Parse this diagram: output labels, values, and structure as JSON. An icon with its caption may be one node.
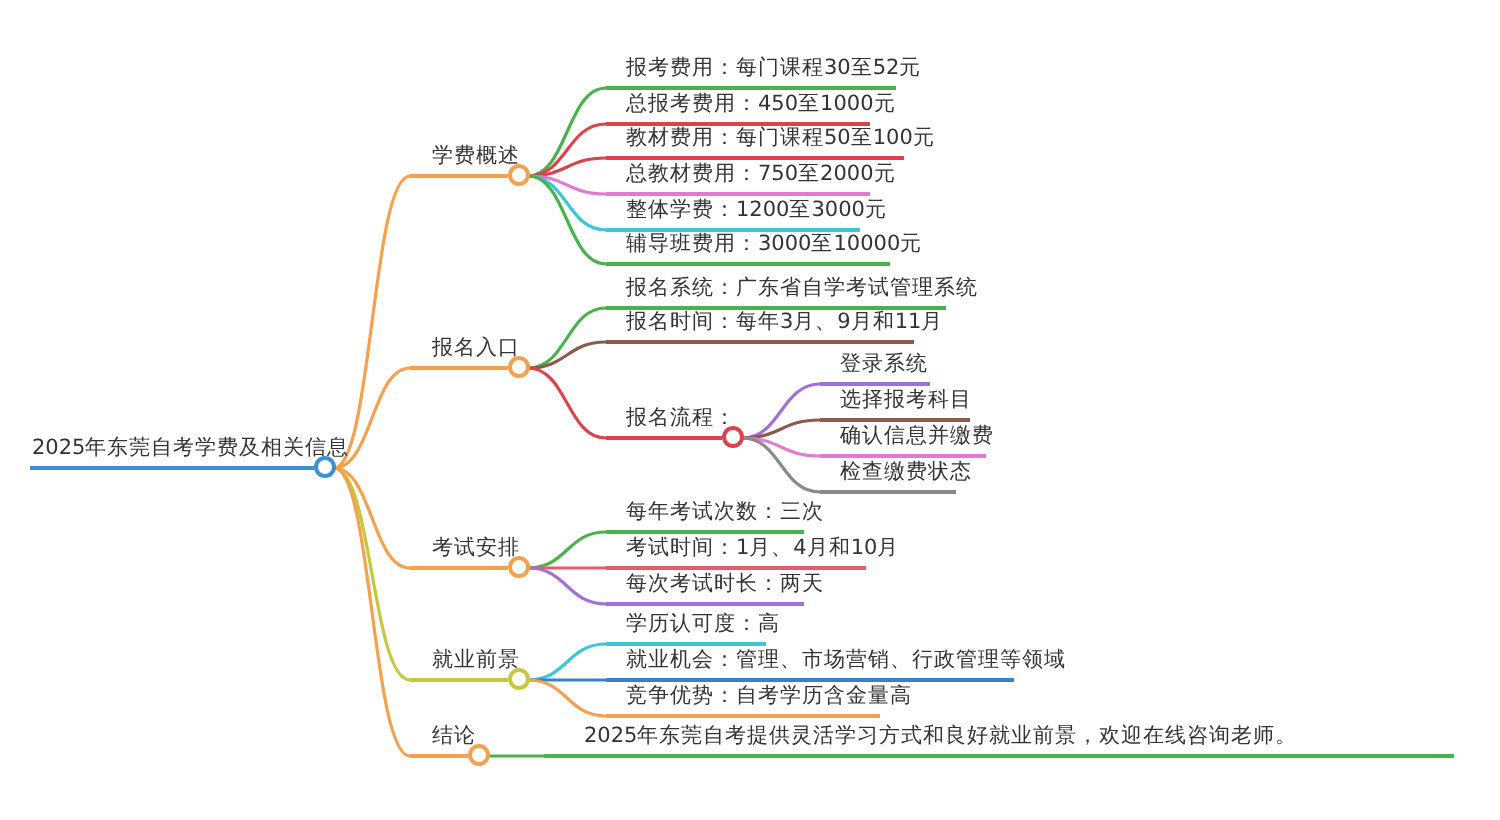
{
  "diagram": {
    "nodes": [
      {
        "text": [
          "2025年东莞自考学费及相关信息"
        ]
      },
      {
        "text": [
          "学费概述"
        ]
      },
      {
        "text": [
          "报考费用：每门课程30至52元"
        ]
      },
      {
        "text": [
          "总报考费用：450至1000元"
        ]
      },
      {
        "text": [
          "教材费用：每门课程50至100元"
        ]
      },
      {
        "text": [
          "总教材费用：750至2000元"
        ]
      },
      {
        "text": [
          "整体学费：1200至3000元"
        ]
      },
      {
        "text": [
          "辅导班费用：3000至10000元"
        ]
      },
      {
        "text": [
          "报名入口"
        ]
      },
      {
        "text": [
          "报名系统：广东省自学考试管理系统"
        ]
      },
      {
        "text": [
          "报名时间：每年3月、9月和11月"
        ]
      },
      {
        "text": [
          "报名流程："
        ]
      },
      {
        "text": [
          "登录系统"
        ]
      },
      {
        "text": [
          "选择报考科目"
        ]
      },
      {
        "text": [
          "确认信息并缴费"
        ]
      },
      {
        "text": [
          "检查缴费状态"
        ]
      },
      {
        "text": [
          "考试安排"
        ]
      },
      {
        "text": [
          "每年考试次数：三次"
        ]
      },
      {
        "text": [
          "考试时间：1月、4月和10月"
        ]
      },
      {
        "text": [
          "每次考试时长：两天"
        ]
      },
      {
        "text": [
          "就业前景"
        ]
      },
      {
        "text": [
          "学历认可度：高"
        ]
      },
      {
        "text": [
          "就业机会：管理、市场营销、行政管理等领域"
        ]
      },
      {
        "text": [
          "竞争优势：自考学历含金量高"
        ]
      },
      {
        "text": [
          "结论"
        ]
      },
      {
        "text": [
          "2025年东莞自考提供灵活学习方式和良好就业前景，欢迎在线咨询老师。"
        ]
      }
    ],
    "edges": [
      {
        "from": 0,
        "to": 1,
        "arrow": "none",
        "color": "#f5a04c"
      },
      {
        "from": 1,
        "to": 2,
        "arrow": "none",
        "color": "#4cb04c"
      },
      {
        "from": 1,
        "to": 3,
        "arrow": "none",
        "color": "#d9434b"
      },
      {
        "from": 1,
        "to": 4,
        "arrow": "none",
        "color": "#d9434b"
      },
      {
        "from": 1,
        "to": 5,
        "arrow": "none",
        "color": "#e37ad2"
      },
      {
        "from": 1,
        "to": 6,
        "arrow": "none",
        "color": "#3ec6d6"
      },
      {
        "from": 1,
        "to": 7,
        "arrow": "none",
        "color": "#4cb04c"
      },
      {
        "from": 0,
        "to": 8,
        "arrow": "none",
        "color": "#f5a04c"
      },
      {
        "from": 8,
        "to": 9,
        "arrow": "none",
        "color": "#4cb04c"
      },
      {
        "from": 8,
        "to": 10,
        "arrow": "none",
        "color": "#8b5a4a"
      },
      {
        "from": 8,
        "to": 11,
        "arrow": "none",
        "color": "#d9434b"
      },
      {
        "from": 11,
        "to": 12,
        "arrow": "none",
        "color": "#a070d8"
      },
      {
        "from": 11,
        "to": 13,
        "arrow": "none",
        "color": "#8b5a4a"
      },
      {
        "from": 11,
        "to": 14,
        "arrow": "none",
        "color": "#e37ad2"
      },
      {
        "from": 11,
        "to": 15,
        "arrow": "none",
        "color": "#8a8a8a"
      },
      {
        "from": 0,
        "to": 16,
        "arrow": "none",
        "color": "#f5a04c"
      },
      {
        "from": 16,
        "to": 17,
        "arrow": "none",
        "color": "#4cb04c"
      },
      {
        "from": 16,
        "to": 18,
        "arrow": "none",
        "color": "#e0606a"
      },
      {
        "from": 16,
        "to": 19,
        "arrow": "none",
        "color": "#a070d8"
      },
      {
        "from": 0,
        "to": 20,
        "arrow": "none",
        "color": "#c5c83f"
      },
      {
        "from": 20,
        "to": 21,
        "arrow": "none",
        "color": "#3ec6d6"
      },
      {
        "from": 20,
        "to": 22,
        "arrow": "none",
        "color": "#3a80c8"
      },
      {
        "from": 20,
        "to": 23,
        "arrow": "none",
        "color": "#f5a04c"
      },
      {
        "from": 0,
        "to": 24,
        "arrow": "none",
        "color": "#f5a04c"
      },
      {
        "from": 24,
        "to": 25,
        "arrow": "none",
        "color": "#4cb04c"
      }
    ]
  }
}
